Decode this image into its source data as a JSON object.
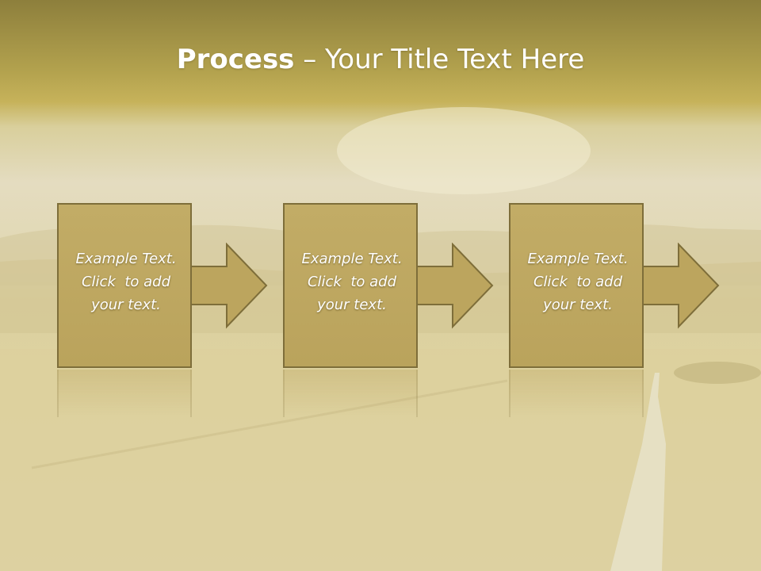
{
  "slide": {
    "title_bold": "Process",
    "title_rest": " – Your Title Text Here",
    "steps": [
      {
        "line1": "Example Text.",
        "line2": "Click  to add",
        "line3": "your text."
      },
      {
        "line1": "Example Text.",
        "line2": "Click  to add",
        "line3": "your text."
      },
      {
        "line1": "Example Text.",
        "line2": "Click  to add",
        "line3": "your text."
      }
    ]
  },
  "colors": {
    "box_fill": "#bca55e",
    "box_border": "#7e6e3a",
    "header_band": "#b3a24e",
    "text": "#ffffff"
  }
}
